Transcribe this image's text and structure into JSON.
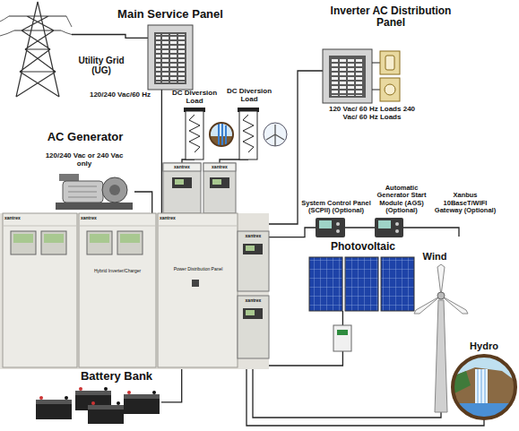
{
  "diagram": {
    "nodes": [
      {
        "text": [
          "Utility Grid (UG)"
        ]
      },
      {
        "text": [
          "Main Service Panel",
          "120/240 Vac/60 Hz"
        ]
      },
      {
        "text": [
          "Inverter AC Distribution Panel",
          "120 Vac/ 60 Hz Loads 240 Vac/ 60 Hz Loads"
        ]
      },
      {
        "text": [
          "AC Generator",
          "120/240 Vac or 240 Vac only"
        ]
      },
      {
        "text": [
          "DC Diversion Load"
        ]
      },
      {
        "text": [
          "DC Diversion Load"
        ]
      },
      {
        "text": [
          "xantrex"
        ]
      },
      {
        "text": [
          "xantrex",
          "Hybrid Inverter/Charger"
        ]
      },
      {
        "text": [
          "xantrex",
          "Power Distribution Panel"
        ]
      },
      {
        "text": [
          "xantrex"
        ]
      },
      {
        "text": [
          "xantrex"
        ]
      },
      {
        "text": [
          "xantrex"
        ]
      },
      {
        "text": [
          "xantrex"
        ]
      },
      {
        "text": [
          "System Control Panel (SCPII) (Optional)"
        ]
      },
      {
        "text": [
          "Automatic Generator Start Module (AGS) (Optional)"
        ]
      },
      {
        "text": [
          "Photovoltaic"
        ]
      },
      {
        "text": [
          "Wind"
        ]
      },
      {
        "text": [
          "Hydro"
        ]
      },
      {
        "text": [
          "Battery Bank"
        ]
      }
    ],
    "edges": [
      {
        "from": 0,
        "to": 1,
        "arrow": "none"
      },
      {
        "from": 1,
        "to": 8,
        "arrow": "none"
      },
      {
        "from": 3,
        "to": 7,
        "arrow": "none"
      },
      {
        "from": 2,
        "to": 8,
        "arrow": "none"
      },
      {
        "from": 4,
        "to": 9,
        "arrow": "none"
      },
      {
        "from": 5,
        "to": 10,
        "arrow": "none"
      },
      {
        "from": 11,
        "to": 13,
        "arrow": "none"
      },
      {
        "from": 13,
        "to": 14,
        "arrow": "none"
      },
      {
        "from": 15,
        "to": 12,
        "arrow": "none"
      },
      {
        "from": 16,
        "to": 12,
        "arrow": "none"
      },
      {
        "from": 17,
        "to": 12,
        "arrow": "none"
      },
      {
        "from": 8,
        "to": 18,
        "arrow": "none"
      }
    ],
    "labels": [
      "Xanbus 10BaseT/WIFI Gateway (Optional)"
    ]
  }
}
